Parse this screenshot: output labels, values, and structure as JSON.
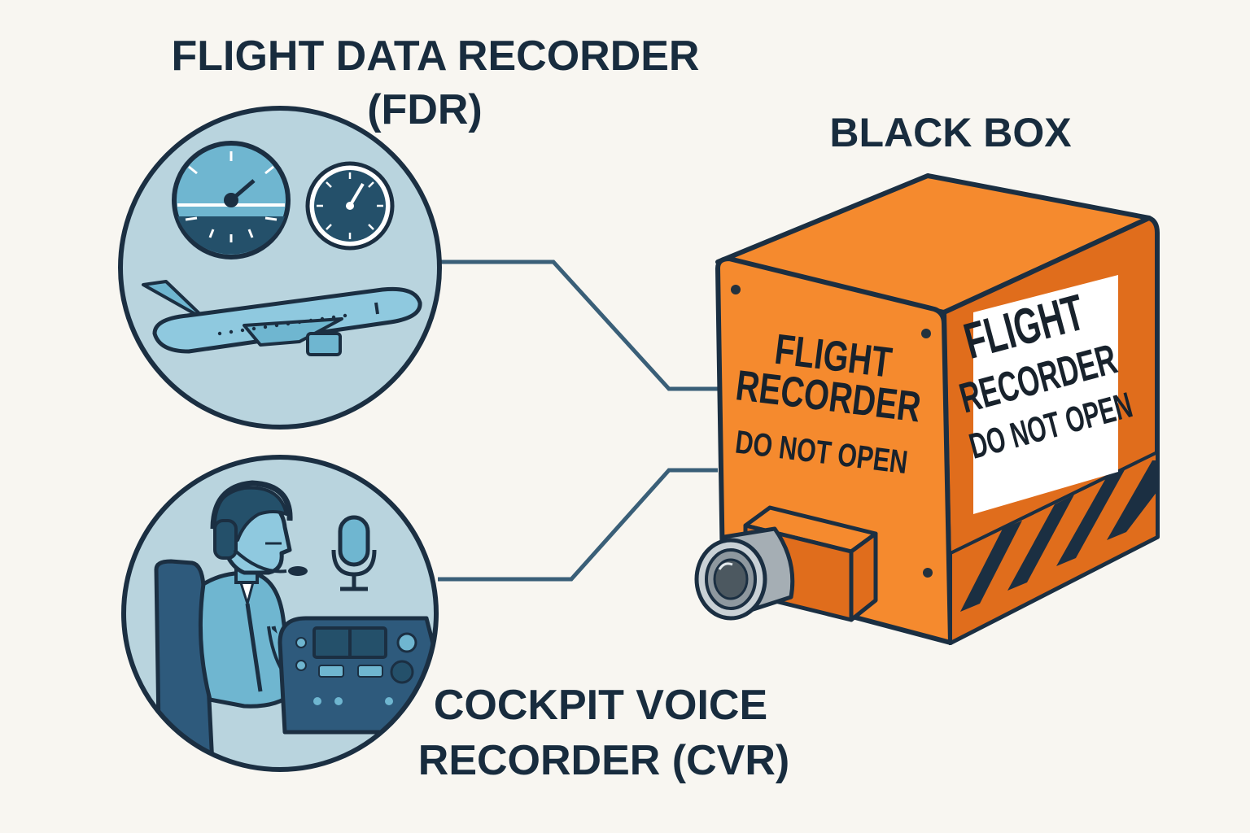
{
  "fdr": {
    "title_line1": "FLIGHT DATA RECORDER",
    "title_line2": "(FDR)"
  },
  "cvr": {
    "title_line1": "COCKPIT VOICE",
    "title_line2": "RECORDER (CVR)"
  },
  "black_box": {
    "title": "BLACK BOX",
    "front_line1": "FLIGHT",
    "front_line2": "RECORDER",
    "front_line3": "DO NOT OPEN",
    "side_line1": "FLIGHT",
    "side_line2": "RECORDER",
    "side_line3": "DO NOT OPEN"
  },
  "colors": {
    "background": "#f8f6f1",
    "outline": "#1b2f42",
    "circle_fill": "#b9d4de",
    "accent_blue": "#6fb6d0",
    "box_orange": "#f58a2e",
    "box_orange_dark": "#e06d1c",
    "connector": "#3a5f78"
  },
  "icons": [
    "airspeed-gauge-icon",
    "altimeter-gauge-icon",
    "airplane-icon",
    "pilot-with-headset-icon",
    "microphone-icon",
    "control-panel-icon",
    "camera-lens-icon"
  ]
}
